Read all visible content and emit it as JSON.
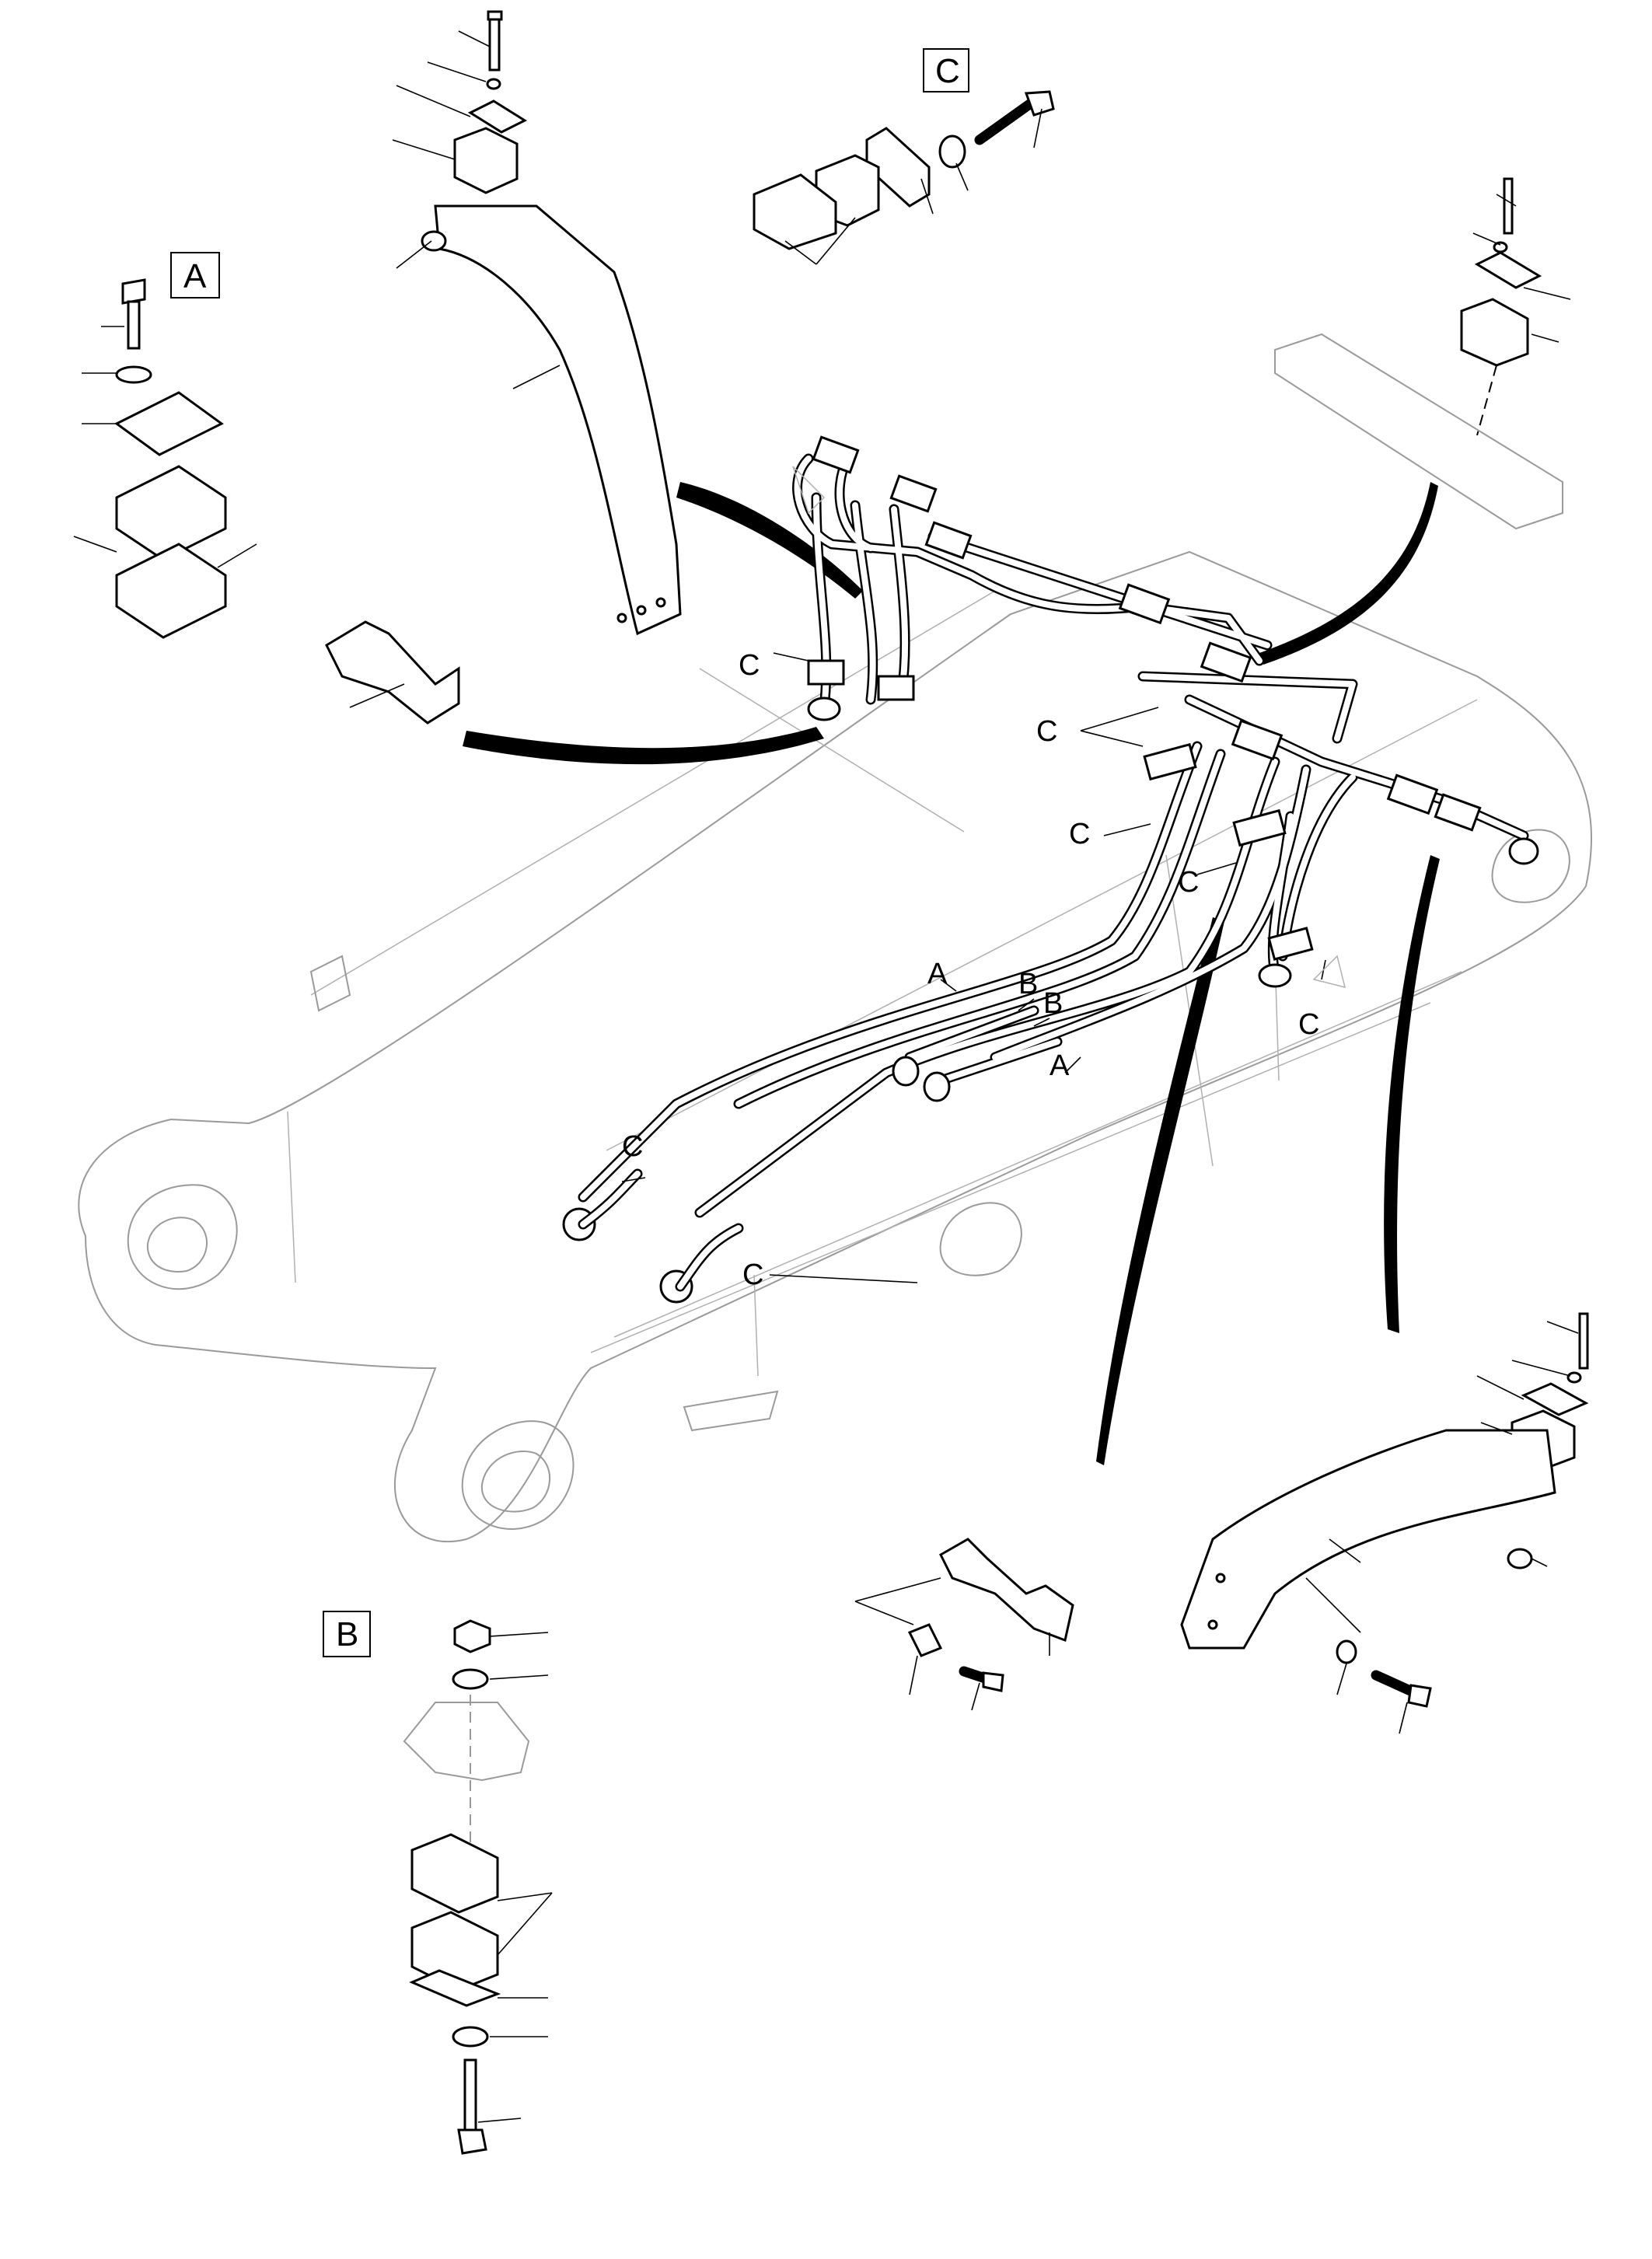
{
  "detail_boxes": {
    "A": "A",
    "B": "B",
    "C": "C"
  },
  "callouts": {
    "c_upper_left": "C",
    "c_center_1": "C",
    "c_center_2": "C",
    "c_center_3": "C",
    "c_right_low": "C",
    "c_left_end": "C",
    "c_bottom": "C",
    "a_upper": "A",
    "a_lower": "A",
    "b_first": "B",
    "b_second": "B"
  },
  "icons": [
    "bolt-icon",
    "washer-icon",
    "plate-icon",
    "pipe-clamp-icon",
    "bracket-icon",
    "nut-icon",
    "spacer-tube-icon"
  ]
}
